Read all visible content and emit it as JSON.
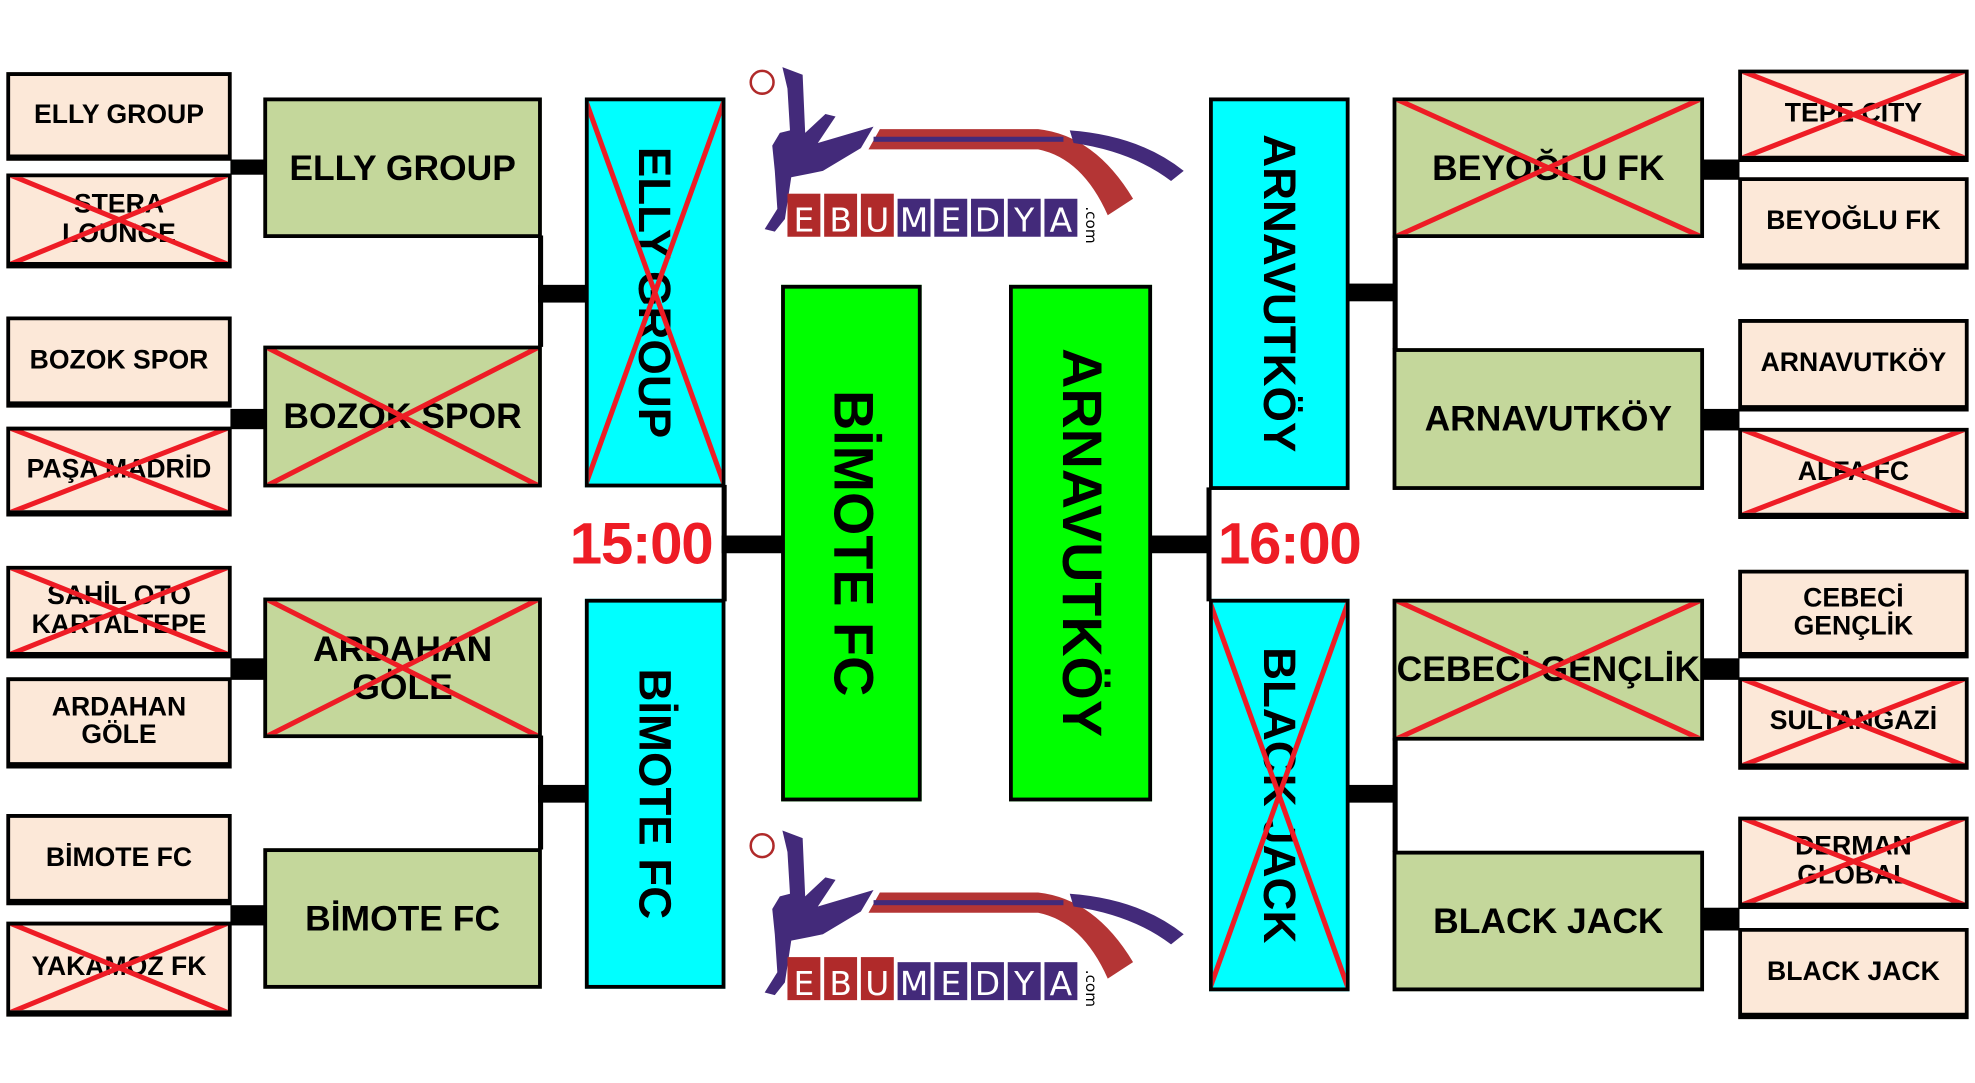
{
  "left": {
    "round1": [
      {
        "name": "ELLY GROUP",
        "eliminated": false
      },
      {
        "name": "STERA LOUNGE",
        "eliminated": true
      },
      {
        "name": "BOZOK SPOR",
        "eliminated": false
      },
      {
        "name": "PAŞA MADRİD",
        "eliminated": true
      },
      {
        "name": "SAHİL OTO KARTALTEPE",
        "eliminated": true
      },
      {
        "name": "ARDAHAN GÖLE",
        "eliminated": false
      },
      {
        "name": "BİMOTE FC",
        "eliminated": false
      },
      {
        "name": "YAKAMOZ FK",
        "eliminated": true
      }
    ],
    "round2": [
      {
        "name": "ELLY GROUP",
        "eliminated": false
      },
      {
        "name": "BOZOK SPOR",
        "eliminated": true
      },
      {
        "name": "ARDAHAN GÖLE",
        "eliminated": true
      },
      {
        "name": "BİMOTE FC",
        "eliminated": false
      }
    ],
    "semi": [
      {
        "name": "ELLY GROUP",
        "eliminated": true
      },
      {
        "name": "BİMOTE FC",
        "eliminated": false
      }
    ],
    "time": "15:00"
  },
  "right": {
    "round1": [
      {
        "name": "TEPE CITY",
        "eliminated": true
      },
      {
        "name": "BEYOĞLU FK",
        "eliminated": false
      },
      {
        "name": "ARNAVUTKÖY",
        "eliminated": false
      },
      {
        "name": "ALFA FC",
        "eliminated": true
      },
      {
        "name": "CEBECİ GENÇLİK",
        "eliminated": false
      },
      {
        "name": "SULTANGAZİ",
        "eliminated": true
      },
      {
        "name": "DERMAN GLOBAL",
        "eliminated": true
      },
      {
        "name": "BLACK JACK",
        "eliminated": false
      }
    ],
    "round2": [
      {
        "name": "BEYOĞLU FK",
        "eliminated": true
      },
      {
        "name": "ARNAVUTKÖY",
        "eliminated": false
      },
      {
        "name": "CEBECİ GENÇLİK",
        "eliminated": true
      },
      {
        "name": "BLACK JACK",
        "eliminated": false
      }
    ],
    "semi": [
      {
        "name": "ARNAVUTKÖY",
        "eliminated": false
      },
      {
        "name": "BLACK JACK",
        "eliminated": true
      }
    ],
    "time": "16:00"
  },
  "final": [
    {
      "name": "BİMOTE FC"
    },
    {
      "name": "ARNAVUTKÖY"
    }
  ],
  "logo": {
    "brand": "EBUMEDYA",
    "suffix": ".com"
  },
  "colors": {
    "round1": "#fce8d8",
    "round2": "#c4d79b",
    "semi": "#00ffff",
    "final": "#00ff00",
    "cross": "#ee1c25",
    "time": "#ee1c25"
  }
}
